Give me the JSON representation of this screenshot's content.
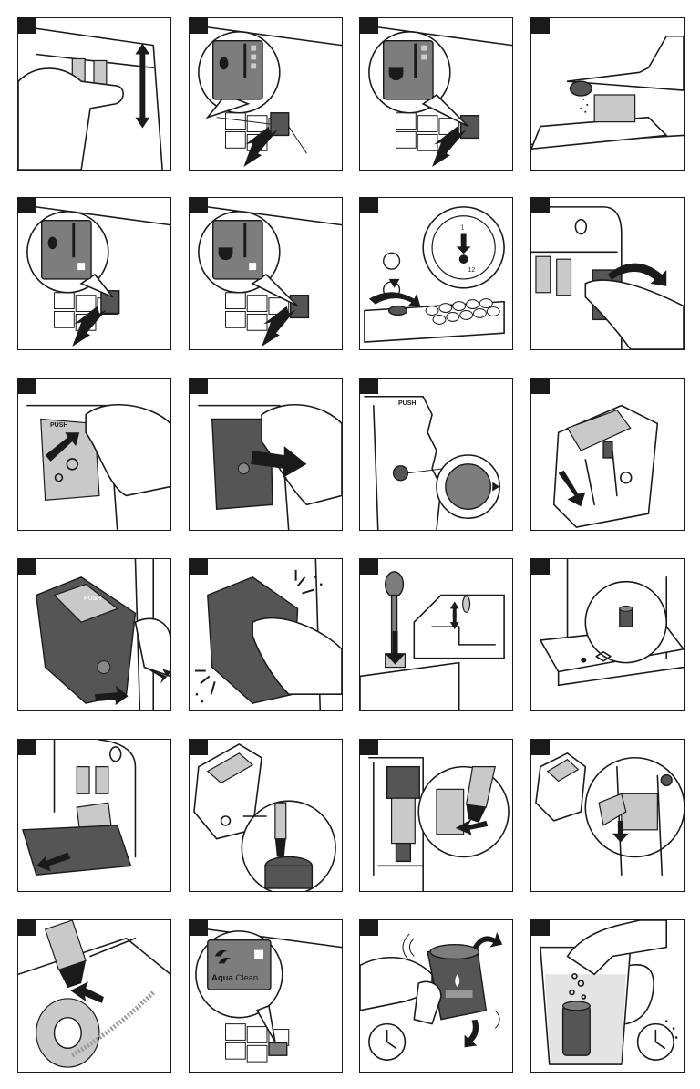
{
  "document": {
    "type": "illustrated maintenance instructions",
    "panel_count": 24,
    "columns": 4,
    "rows": 6
  },
  "labels": {
    "aqua_clean": "Aqua Clean",
    "aqua_brand_strong": "Aqua",
    "aqua_brand_light": "Clean",
    "push_text": "PUSH",
    "dial_number_1": "1",
    "dial_number_12": "12"
  },
  "colors": {
    "ink": "#1a1a1a",
    "panel_grey": "#7d7d7d",
    "dark_grey": "#555555",
    "light_grey": "#c9c9c9"
  },
  "panels": [
    {
      "id": 1,
      "scene": "hand-pulling-coffee-outlet"
    },
    {
      "id": 2,
      "scene": "press-button-coffee-strength"
    },
    {
      "id": 3,
      "scene": "press-button-coffee-quantity"
    },
    {
      "id": 4,
      "scene": "spoon-pre-ground-coffee"
    },
    {
      "id": 5,
      "scene": "press-button-strength-setting"
    },
    {
      "id": 6,
      "scene": "press-button-quantity-setting"
    },
    {
      "id": 7,
      "scene": "grinder-dial-adjust"
    },
    {
      "id": 8,
      "scene": "open-service-door"
    },
    {
      "id": 9,
      "scene": "push-brew-group-release"
    },
    {
      "id": 10,
      "scene": "pull-brew-group-out"
    },
    {
      "id": 11,
      "scene": "brew-group-reset-indicator"
    },
    {
      "id": 12,
      "scene": "brew-group-lever-check"
    },
    {
      "id": 13,
      "scene": "insert-brew-group"
    },
    {
      "id": 14,
      "scene": "brew-group-click-in"
    },
    {
      "id": 15,
      "scene": "clean-pre-ground-funnel"
    },
    {
      "id": 16,
      "scene": "drip-tray-float"
    },
    {
      "id": 17,
      "scene": "remove-drip-tray"
    },
    {
      "id": 18,
      "scene": "lubricate-brew-group-piston"
    },
    {
      "id": 19,
      "scene": "lubricate-brew-group-rails"
    },
    {
      "id": 20,
      "scene": "apply-grease-brew-group"
    },
    {
      "id": 21,
      "scene": "grease-shaft-rail"
    },
    {
      "id": 22,
      "scene": "aquaclean-icon-display"
    },
    {
      "id": 23,
      "scene": "shake-filter-timer"
    },
    {
      "id": 24,
      "scene": "soak-filter-in-water-timer"
    }
  ]
}
